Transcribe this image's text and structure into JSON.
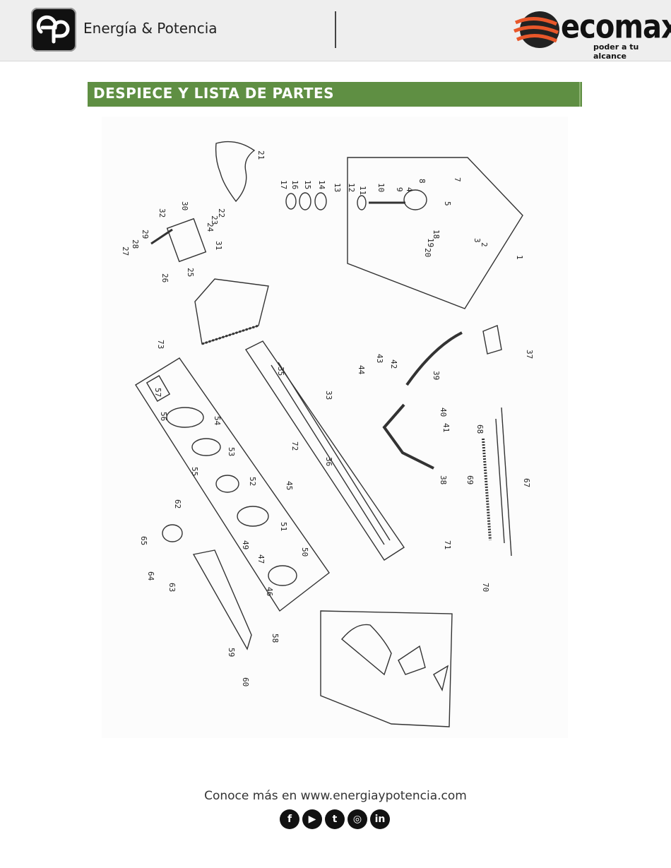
{
  "header": {
    "brand_name": "Energía & Potencia",
    "logo_icon": "ep-logo-icon",
    "ecomax_word": "ecomax",
    "ecomax_tagline": "poder a tu alcance"
  },
  "section": {
    "title": "DESPIECE Y LISTA DE PARTES",
    "accent_color": "#5f8f43"
  },
  "diagram": {
    "part_numbers": [
      "1",
      "2",
      "3",
      "4",
      "5",
      "7",
      "8",
      "9",
      "10",
      "11",
      "12",
      "13",
      "14",
      "15",
      "16",
      "17",
      "18",
      "19",
      "20",
      "21",
      "22",
      "23",
      "24",
      "25",
      "26",
      "27",
      "28",
      "29",
      "30",
      "31",
      "32",
      "33",
      "35",
      "36",
      "37",
      "38",
      "39",
      "40",
      "41",
      "42",
      "43",
      "44",
      "45",
      "46",
      "47",
      "49",
      "50",
      "51",
      "52",
      "53",
      "54",
      "55",
      "56",
      "57",
      "58",
      "59",
      "60",
      "62",
      "63",
      "64",
      "65",
      "67",
      "68",
      "69",
      "70",
      "71",
      "72",
      "73"
    ]
  },
  "footer": {
    "text": "Conoce más en www.energiaypotencia.com",
    "social_icons": [
      "facebook-icon",
      "youtube-icon",
      "twitter-icon",
      "instagram-icon",
      "linkedin-icon"
    ]
  }
}
